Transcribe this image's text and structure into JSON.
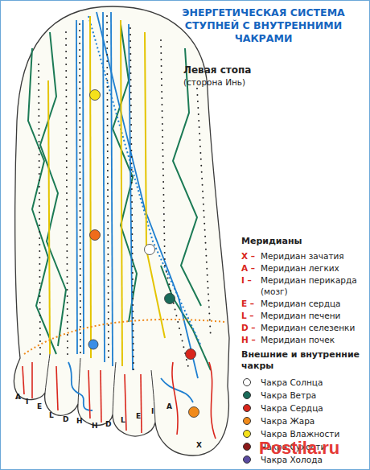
{
  "diagram": {
    "title": "ЭНЕРГЕТИЧЕСКАЯ СИСТЕМА СТУПНЕЙ С ВНУТРЕННИМИ ЧАКРАМИ",
    "labels": [
      "Левая стопа",
      "(сторона Инь)",
      "Меридианы",
      "X –",
      "A –",
      "I –",
      "E –",
      "L –",
      "D –",
      "H –",
      "Внешние и внутренние чакры",
      "A",
      "I",
      "E",
      "L",
      "D",
      "H",
      "H",
      "D",
      "L",
      "E",
      "I",
      "A",
      "X",
      "Postila.ru"
    ],
    "legend": [
      {
        "text": "Меридиан зачатия"
      },
      {
        "text": "Меридиан легких"
      },
      {
        "text": "Меридиан перикарда (мозг)"
      },
      {
        "text": "Меридиан сердца"
      },
      {
        "text": "Меридиан печени"
      },
      {
        "text": "Меридиан селезенки"
      },
      {
        "text": "Меридиан почек"
      },
      {
        "text": "Чакра Солнца",
        "color": "#ffffff"
      },
      {
        "text": "Чакра Ветра",
        "color": "#1a6b5a"
      },
      {
        "text": "Чакра Сердца",
        "color": "#d9261c"
      },
      {
        "text": "Чакра Жара",
        "color": "#f08a1a"
      },
      {
        "text": "Чакра Влажности",
        "color": "#f5e11a"
      },
      {
        "text": "Чакра Сухости",
        "color": "#8b1a1a"
      },
      {
        "text": "Чакра Холода",
        "color": "#5a4aa0"
      }
    ]
  }
}
